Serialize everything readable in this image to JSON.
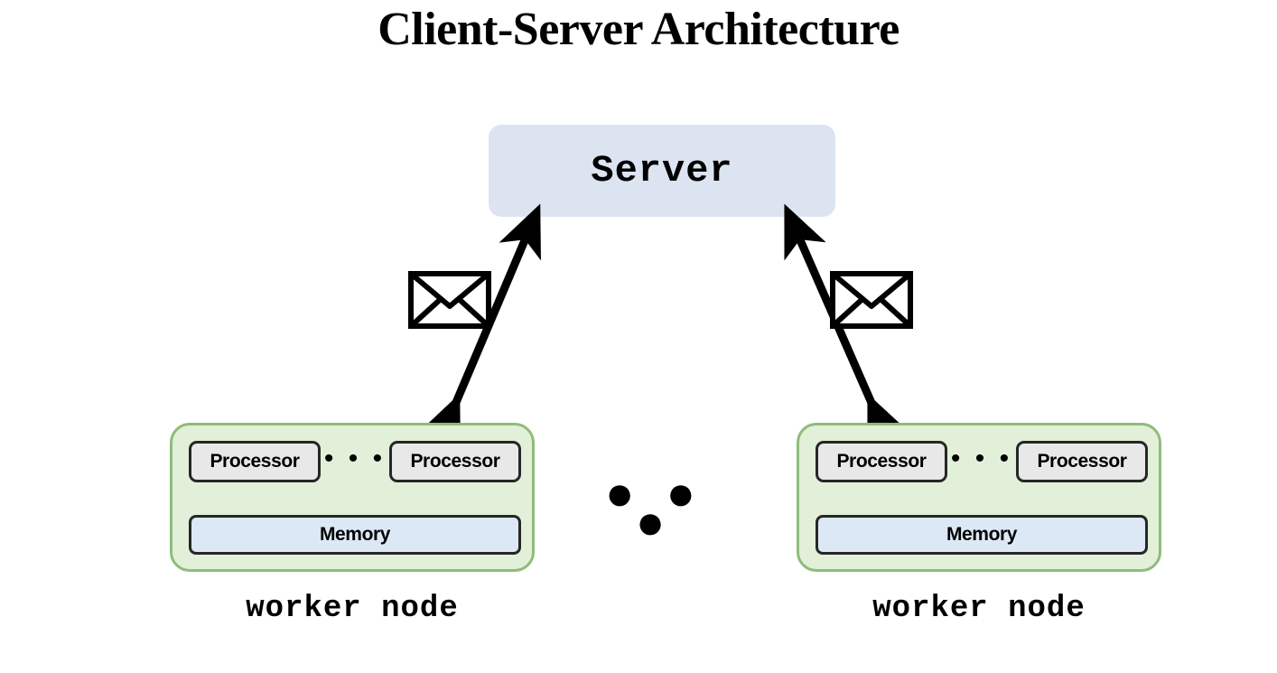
{
  "title": "Client-Server Architecture",
  "server": {
    "label": "Server",
    "fill_color": "#dce4f2"
  },
  "links": [
    {
      "name": "server-to-left-worker",
      "icon": "envelope-icon",
      "arrow": "double-headed",
      "color": "#000000"
    },
    {
      "name": "server-to-right-worker",
      "icon": "envelope-icon",
      "arrow": "double-headed",
      "color": "#000000"
    }
  ],
  "cluster_ellipsis": "● ● ●",
  "workers": [
    {
      "caption": "worker node",
      "fill_color": "#e2f0d9",
      "border_color": "#8fbc7a",
      "processors": [
        "Processor",
        "Processor"
      ],
      "processor_ellipsis": "• • •",
      "processor_fill": "#e8e8e8",
      "memory": "Memory",
      "memory_fill": "#dce8f5",
      "bus_arrow_color": "#ee1c17"
    },
    {
      "caption": "worker node",
      "fill_color": "#e2f0d9",
      "border_color": "#8fbc7a",
      "processors": [
        "Processor",
        "Processor"
      ],
      "processor_ellipsis": "• • •",
      "processor_fill": "#e8e8e8",
      "memory": "Memory",
      "memory_fill": "#dce8f5",
      "bus_arrow_color": "#ee1c17"
    }
  ]
}
